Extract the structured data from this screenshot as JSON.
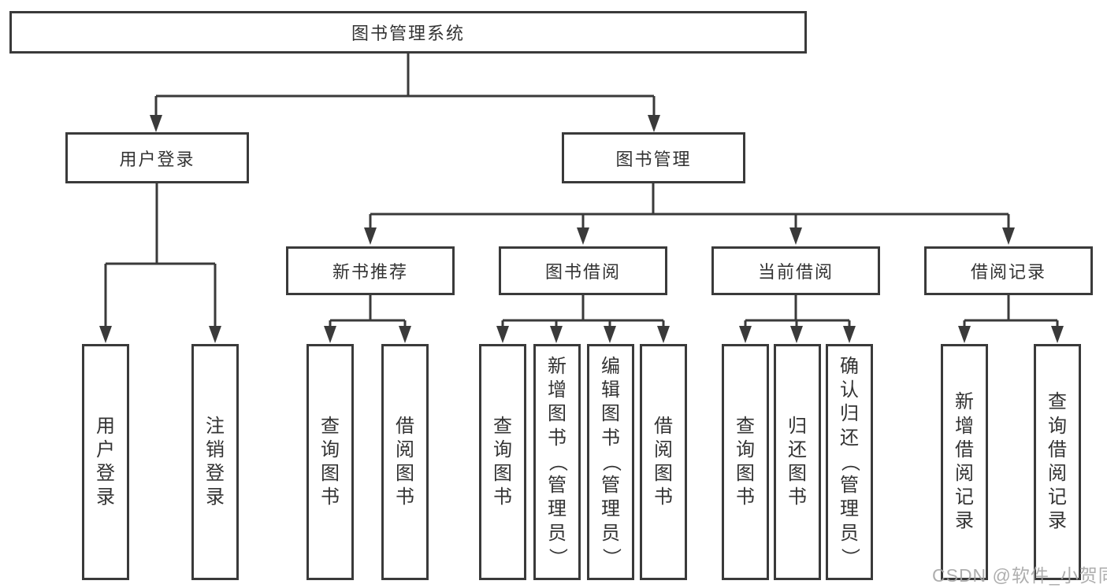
{
  "tree": {
    "root": {
      "label": "图书管理系统",
      "children": [
        {
          "label": "用户登录",
          "children": [
            {
              "label": "用户登录"
            },
            {
              "label": "注销登录"
            }
          ]
        },
        {
          "label": "图书管理",
          "children": [
            {
              "label": "新书推荐",
              "children": [
                {
                  "label": "查询图书"
                },
                {
                  "label": "借阅图书"
                }
              ]
            },
            {
              "label": "图书借阅",
              "children": [
                {
                  "label": "查询图书"
                },
                {
                  "label": "新增图书（管理员）"
                },
                {
                  "label": "编辑图书（管理员）"
                },
                {
                  "label": "借阅图书"
                }
              ]
            },
            {
              "label": "当前借阅",
              "children": [
                {
                  "label": "查询图书"
                },
                {
                  "label": "归还图书"
                },
                {
                  "label": "确认归还（管理员）"
                }
              ]
            },
            {
              "label": "借阅记录",
              "children": [
                {
                  "label": "新增借阅记录"
                },
                {
                  "label": "查询借阅记录"
                }
              ]
            }
          ]
        }
      ]
    }
  },
  "watermark": {
    "text": "CSDN @软件_小贺同学"
  },
  "colors": {
    "line": "#3a3a3a",
    "text": "#333333",
    "background": "#ffffff",
    "watermark": "#a5a5a5"
  }
}
